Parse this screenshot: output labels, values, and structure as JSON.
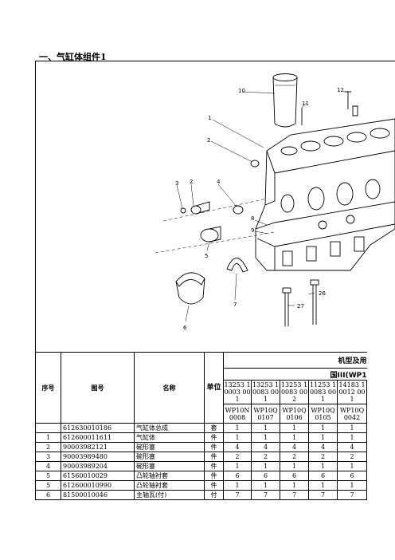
{
  "section_title": "一、气缸体组件1",
  "drawing": {
    "callouts": [
      "10",
      "11",
      "12",
      "1",
      "2",
      "3",
      "2",
      "4",
      "8",
      "9",
      "5",
      "6",
      "7",
      "26",
      "27"
    ]
  },
  "table": {
    "headers": {
      "seq": "序号",
      "part_no": "图号",
      "name": "名称",
      "unit": "单位"
    },
    "group_title": "机型及用",
    "subgroup_title": "国III(WP1",
    "models": [
      {
        "code": "13253 10003 001",
        "engine": "WP10N 0008"
      },
      {
        "code": "13253 10083 001",
        "engine": "WP10Q 0107"
      },
      {
        "code": "13253 10083 002",
        "engine": "WP10Q 0106"
      },
      {
        "code": "11253 10083 001",
        "engine": "WP10Q 0105"
      },
      {
        "code": "14183 10012 001",
        "engine": "WP10Q 0042"
      }
    ],
    "rows": [
      {
        "seq": "",
        "part_no": "612630010186",
        "name": "气缸体总成",
        "unit": "套",
        "qty": [
          "1",
          "1",
          "1",
          "1",
          "1"
        ]
      },
      {
        "seq": "1",
        "part_no": "612600011611",
        "name": "气缸体",
        "unit": "件",
        "qty": [
          "1",
          "1",
          "1",
          "1",
          "1"
        ]
      },
      {
        "seq": "2",
        "part_no": "90003982121",
        "name": "碗形塞",
        "unit": "件",
        "qty": [
          "4",
          "4",
          "4",
          "4",
          "4"
        ]
      },
      {
        "seq": "3",
        "part_no": "90003989480",
        "name": "碗形塞",
        "unit": "件",
        "qty": [
          "2",
          "2",
          "2",
          "2",
          "2"
        ]
      },
      {
        "seq": "4",
        "part_no": "90003989204",
        "name": "碗形塞",
        "unit": "件",
        "qty": [
          "1",
          "1",
          "1",
          "1",
          "1"
        ]
      },
      {
        "seq": "5",
        "part_no": "61560010029",
        "name": "凸轮轴衬套",
        "unit": "件",
        "qty": [
          "6",
          "6",
          "6",
          "6",
          "6"
        ]
      },
      {
        "seq": "5",
        "part_no": "612600010990",
        "name": "凸轮轴衬套",
        "unit": "件",
        "qty": [
          "1",
          "1",
          "1",
          "1",
          "1"
        ]
      },
      {
        "seq": "6",
        "part_no": "81500010046",
        "name": "主轴瓦(付)",
        "unit": "付",
        "qty": [
          "7",
          "7",
          "7",
          "7",
          "7"
        ]
      }
    ]
  }
}
